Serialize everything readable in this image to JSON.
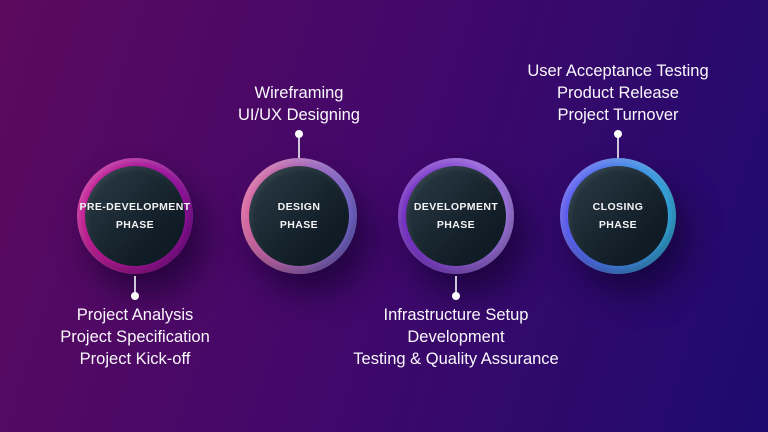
{
  "background": {
    "gradient_start": "#5c0a5e",
    "gradient_mid": "#44086a",
    "gradient_end": "#1d0a6e"
  },
  "circle": {
    "inner_start": "#2b3c46",
    "inner_end": "#0f1b25"
  },
  "connector_color": "rgba(235,235,242,0.85)",
  "phases": [
    {
      "name": "pre-development-phase",
      "label_line1": "PRE-DEVELOPMENT",
      "label_line2": "PHASE",
      "ring_start": "#c91d92",
      "ring_end": "#8a10a0",
      "annotation_position": "below",
      "annotation_items": [
        "Project Analysis",
        "Project Specification",
        "Project Kick-off"
      ]
    },
    {
      "name": "design-phase",
      "label_line1": "DESIGN",
      "label_line2": "PHASE",
      "ring_start": "#e0639a",
      "ring_end": "#6e6ad6",
      "annotation_position": "above",
      "annotation_items": [
        "Wireframing",
        "UI/UX Designing"
      ]
    },
    {
      "name": "development-phase",
      "label_line1": "DEVELOPMENT",
      "label_line2": "PHASE",
      "ring_start": "#6d22be",
      "ring_end": "#a982ea",
      "annotation_position": "below",
      "annotation_items": [
        "Infrastructure Setup",
        "Development",
        "Testing & Quality Assurance"
      ]
    },
    {
      "name": "closing-phase",
      "label_line1": "CLOSING",
      "label_line2": "PHASE",
      "ring_start": "#5b50f0",
      "ring_end": "#32b4e0",
      "annotation_position": "above",
      "annotation_items": [
        "User Acceptance Testing",
        "Product Release",
        "Project Turnover"
      ]
    }
  ]
}
